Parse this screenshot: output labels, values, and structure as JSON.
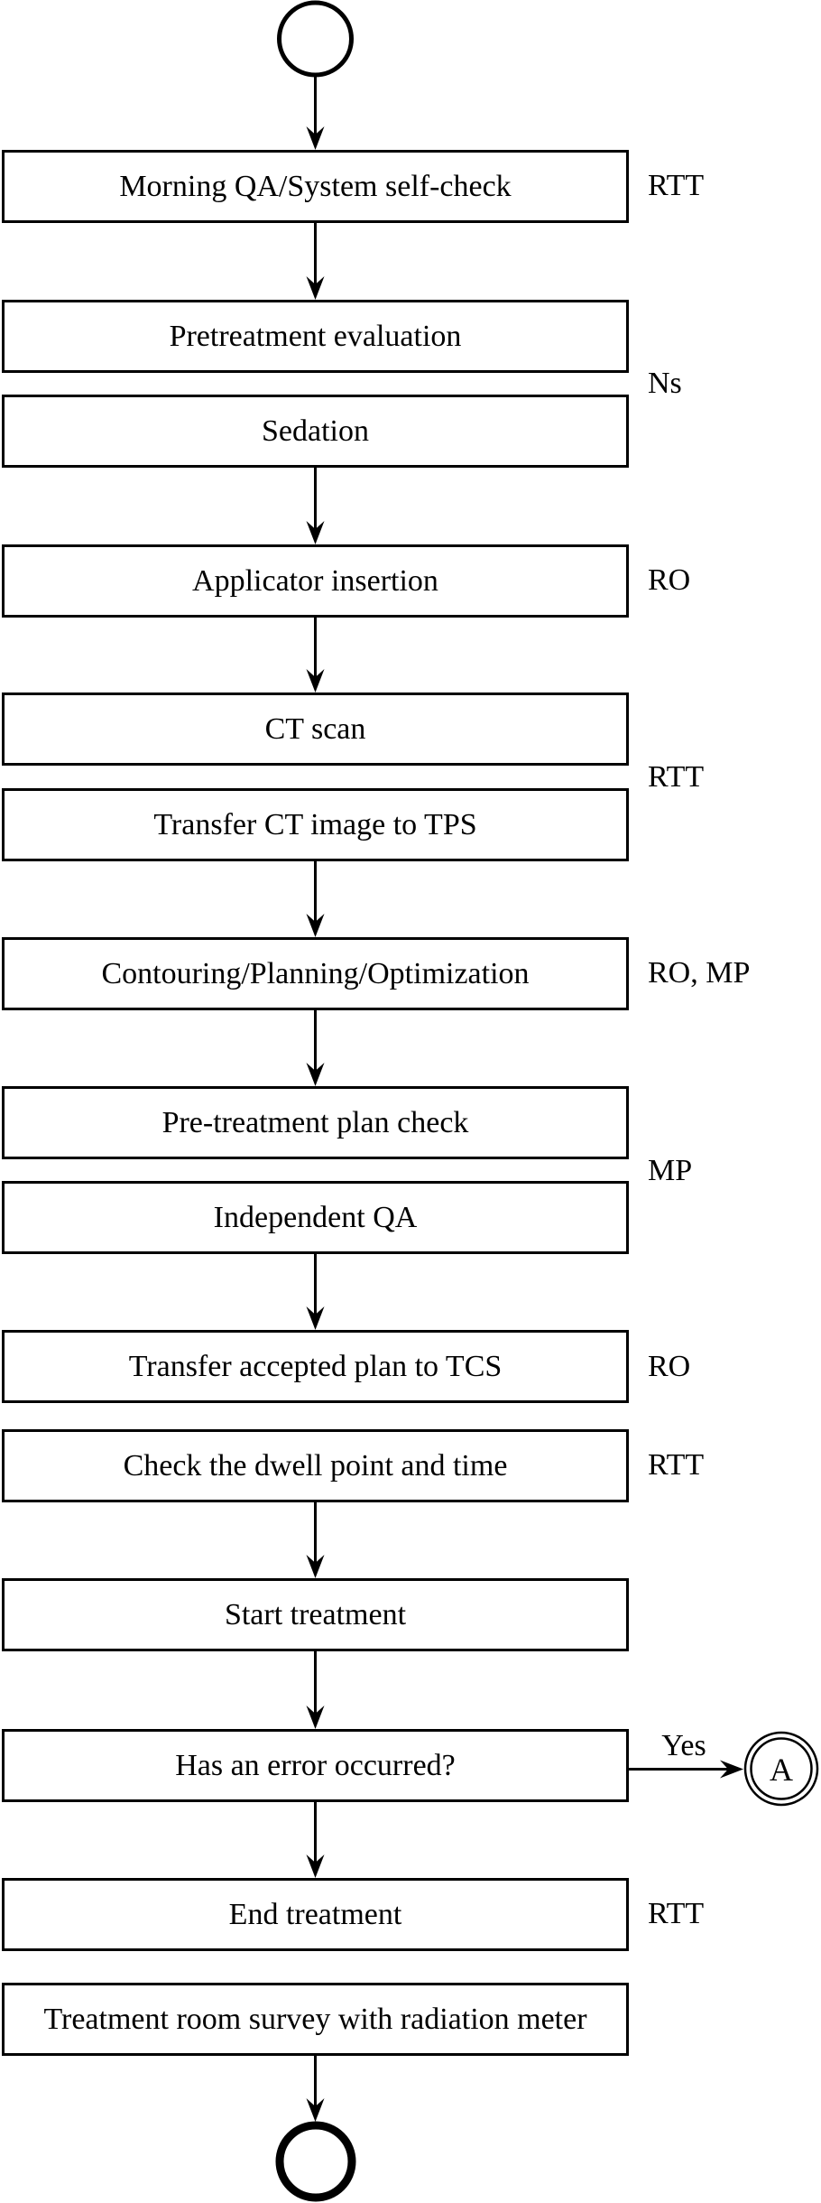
{
  "flowchart": {
    "steps": [
      {
        "label": "Morning QA/System self-check"
      },
      {
        "label": "Pretreatment evaluation"
      },
      {
        "label": "Sedation"
      },
      {
        "label": "Applicator insertion"
      },
      {
        "label": "CT scan"
      },
      {
        "label": "Transfer CT image to TPS"
      },
      {
        "label": "Contouring/Planning/Optimization"
      },
      {
        "label": "Pre-treatment plan check"
      },
      {
        "label": "Independent QA"
      },
      {
        "label": "Transfer accepted plan to TCS"
      },
      {
        "label": "Check the dwell point and time"
      },
      {
        "label": "Start treatment"
      },
      {
        "label": "Has an error occurred?"
      },
      {
        "label": "End treatment"
      },
      {
        "label": "Treatment room survey with radiation meter"
      }
    ],
    "role_labels": [
      {
        "text": "RTT"
      },
      {
        "text": "Ns"
      },
      {
        "text": "RO"
      },
      {
        "text": "RTT"
      },
      {
        "text": "RO, MP"
      },
      {
        "text": "MP"
      },
      {
        "text": "RO"
      },
      {
        "text": "RTT"
      },
      {
        "text": "RTT"
      }
    ],
    "branch": {
      "label": "Yes",
      "connector": "A"
    },
    "colors": {
      "ink": "#000000",
      "paper": "#ffffff"
    }
  }
}
